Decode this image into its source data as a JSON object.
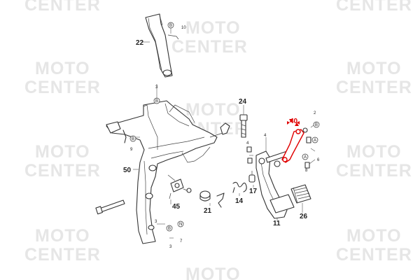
{
  "watermark": {
    "line1": "MOTO",
    "line2": "CENTER"
  },
  "callouts": {
    "n22": "22",
    "n24": "24",
    "n40": "40",
    "n50": "50",
    "n45": "45",
    "n21": "21",
    "n14": "14",
    "n17": "17",
    "n11": "11",
    "n26": "26"
  },
  "small": {
    "s1": "10",
    "s2": "3",
    "s3": "9",
    "s4": "2",
    "s5": "4",
    "s6": "4",
    "s7": "8",
    "s8": "6",
    "s9": "3",
    "s10": "7",
    "s11": "3"
  },
  "circles": {
    "c_b1": "B",
    "c_b2": "B",
    "c_b3": "B",
    "c_b4": "B",
    "c_b5": "B",
    "c_a1": "A",
    "c_a2": "A",
    "c_n": "N"
  },
  "highlight_color": "#e00000"
}
